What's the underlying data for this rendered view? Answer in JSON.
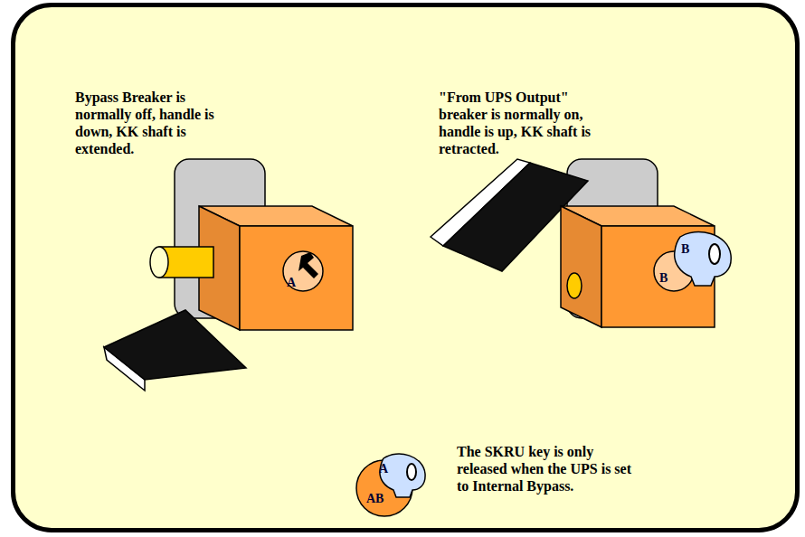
{
  "diagram": {
    "nodes": [
      {
        "text": [
          "Bypass Breaker is normally off, handle is down, KK shaft is extended.",
          "\"From UPS Output\" breaker is normally on, handle is up, KK shaft is retracted.",
          "The SKRU key is only released when the UPS is set to Internal Bypass."
        ]
      }
    ],
    "labels": [
      "A",
      "B",
      "B",
      "A",
      "AB"
    ]
  }
}
